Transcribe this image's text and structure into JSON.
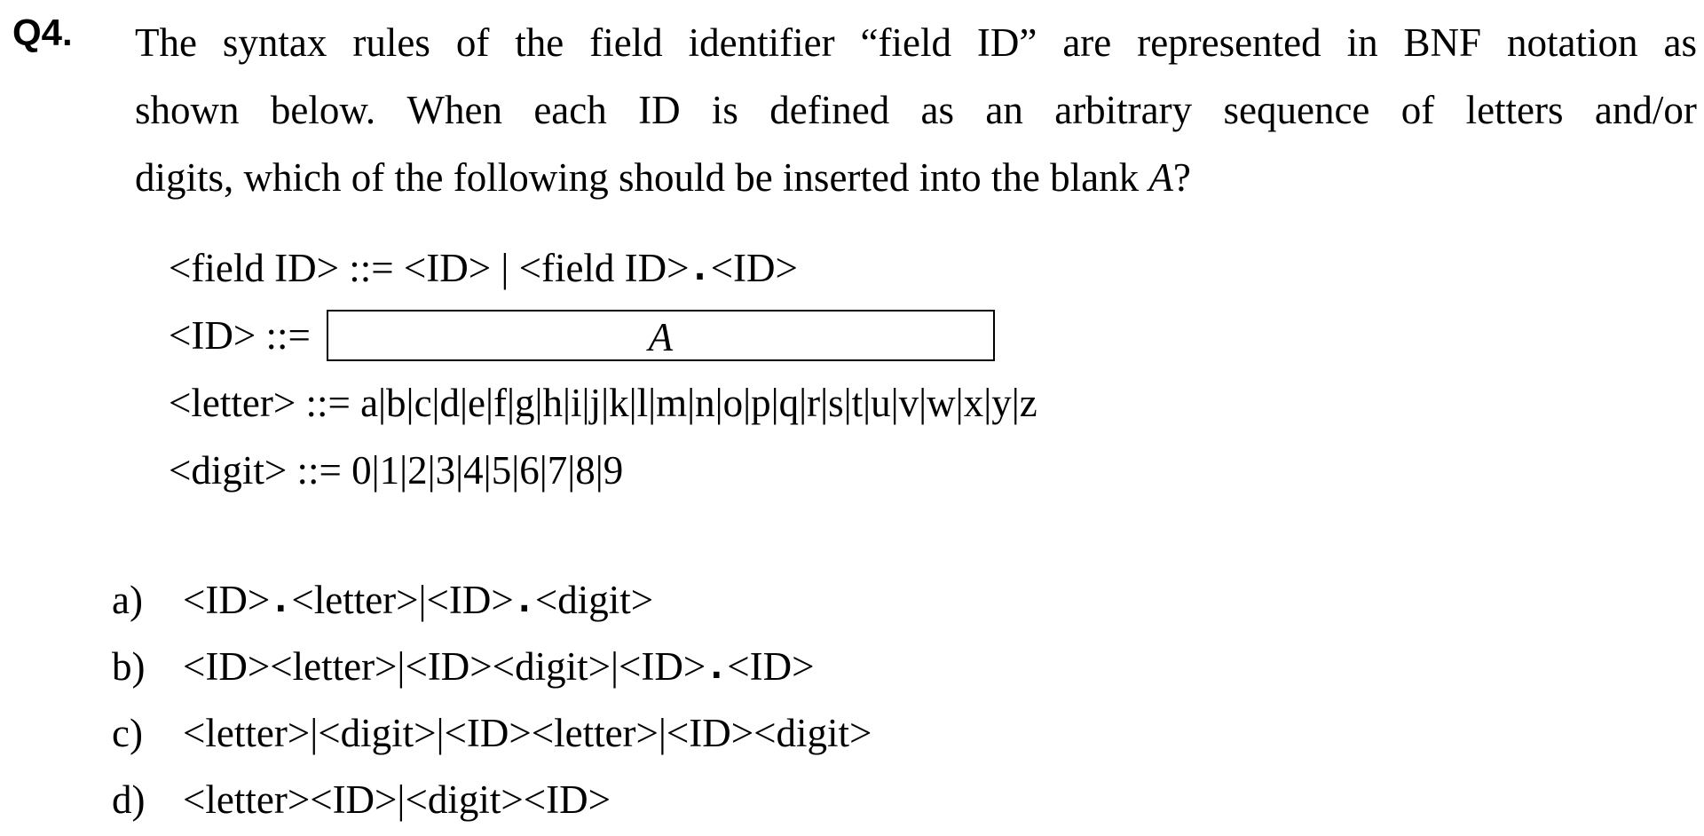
{
  "question": {
    "number": "Q4.",
    "line1_words": [
      "The",
      "syntax",
      "rules",
      "of",
      "the",
      "field",
      "identifier",
      "“field",
      "ID”",
      "are",
      "represented",
      "in",
      "BNF",
      "notation",
      "as"
    ],
    "line2_words": [
      "shown",
      "below.",
      "When",
      "each",
      "ID",
      "is",
      "defined",
      "as",
      "an",
      "arbitrary",
      "sequence",
      "of",
      "letters",
      "and/or"
    ],
    "line3_prefix": "digits, which of the following should be inserted into the blank ",
    "line3_italic": "A",
    "line3_suffix": "?"
  },
  "bnf": {
    "rule1": {
      "lhs": "<field ID> ::= <ID> | <field ID>",
      "dot": ".",
      "rhs": "<ID>"
    },
    "rule2": {
      "lhs": "<ID> ::=",
      "blank_label": "A"
    },
    "rule3": "<letter> ::= a|b|c|d|e|f|g|h|i|j|k|l|m|n|o|p|q|r|s|t|u|v|w|x|y|z",
    "rule4": "<digit> ::= 0|1|2|3|4|5|6|7|8|9"
  },
  "options": [
    {
      "letter": "a)",
      "parts": [
        "<ID>",
        ".",
        "<letter>|<ID>",
        ".",
        "<digit>"
      ]
    },
    {
      "letter": "b)",
      "parts": [
        "<ID><letter>|<ID><digit>|<ID>",
        ".",
        "<ID>"
      ]
    },
    {
      "letter": "c)",
      "parts": [
        "<letter>|<digit>|<ID><letter>|<ID><digit>"
      ]
    },
    {
      "letter": "d)",
      "parts": [
        "<letter><ID>|<digit><ID>"
      ]
    }
  ]
}
